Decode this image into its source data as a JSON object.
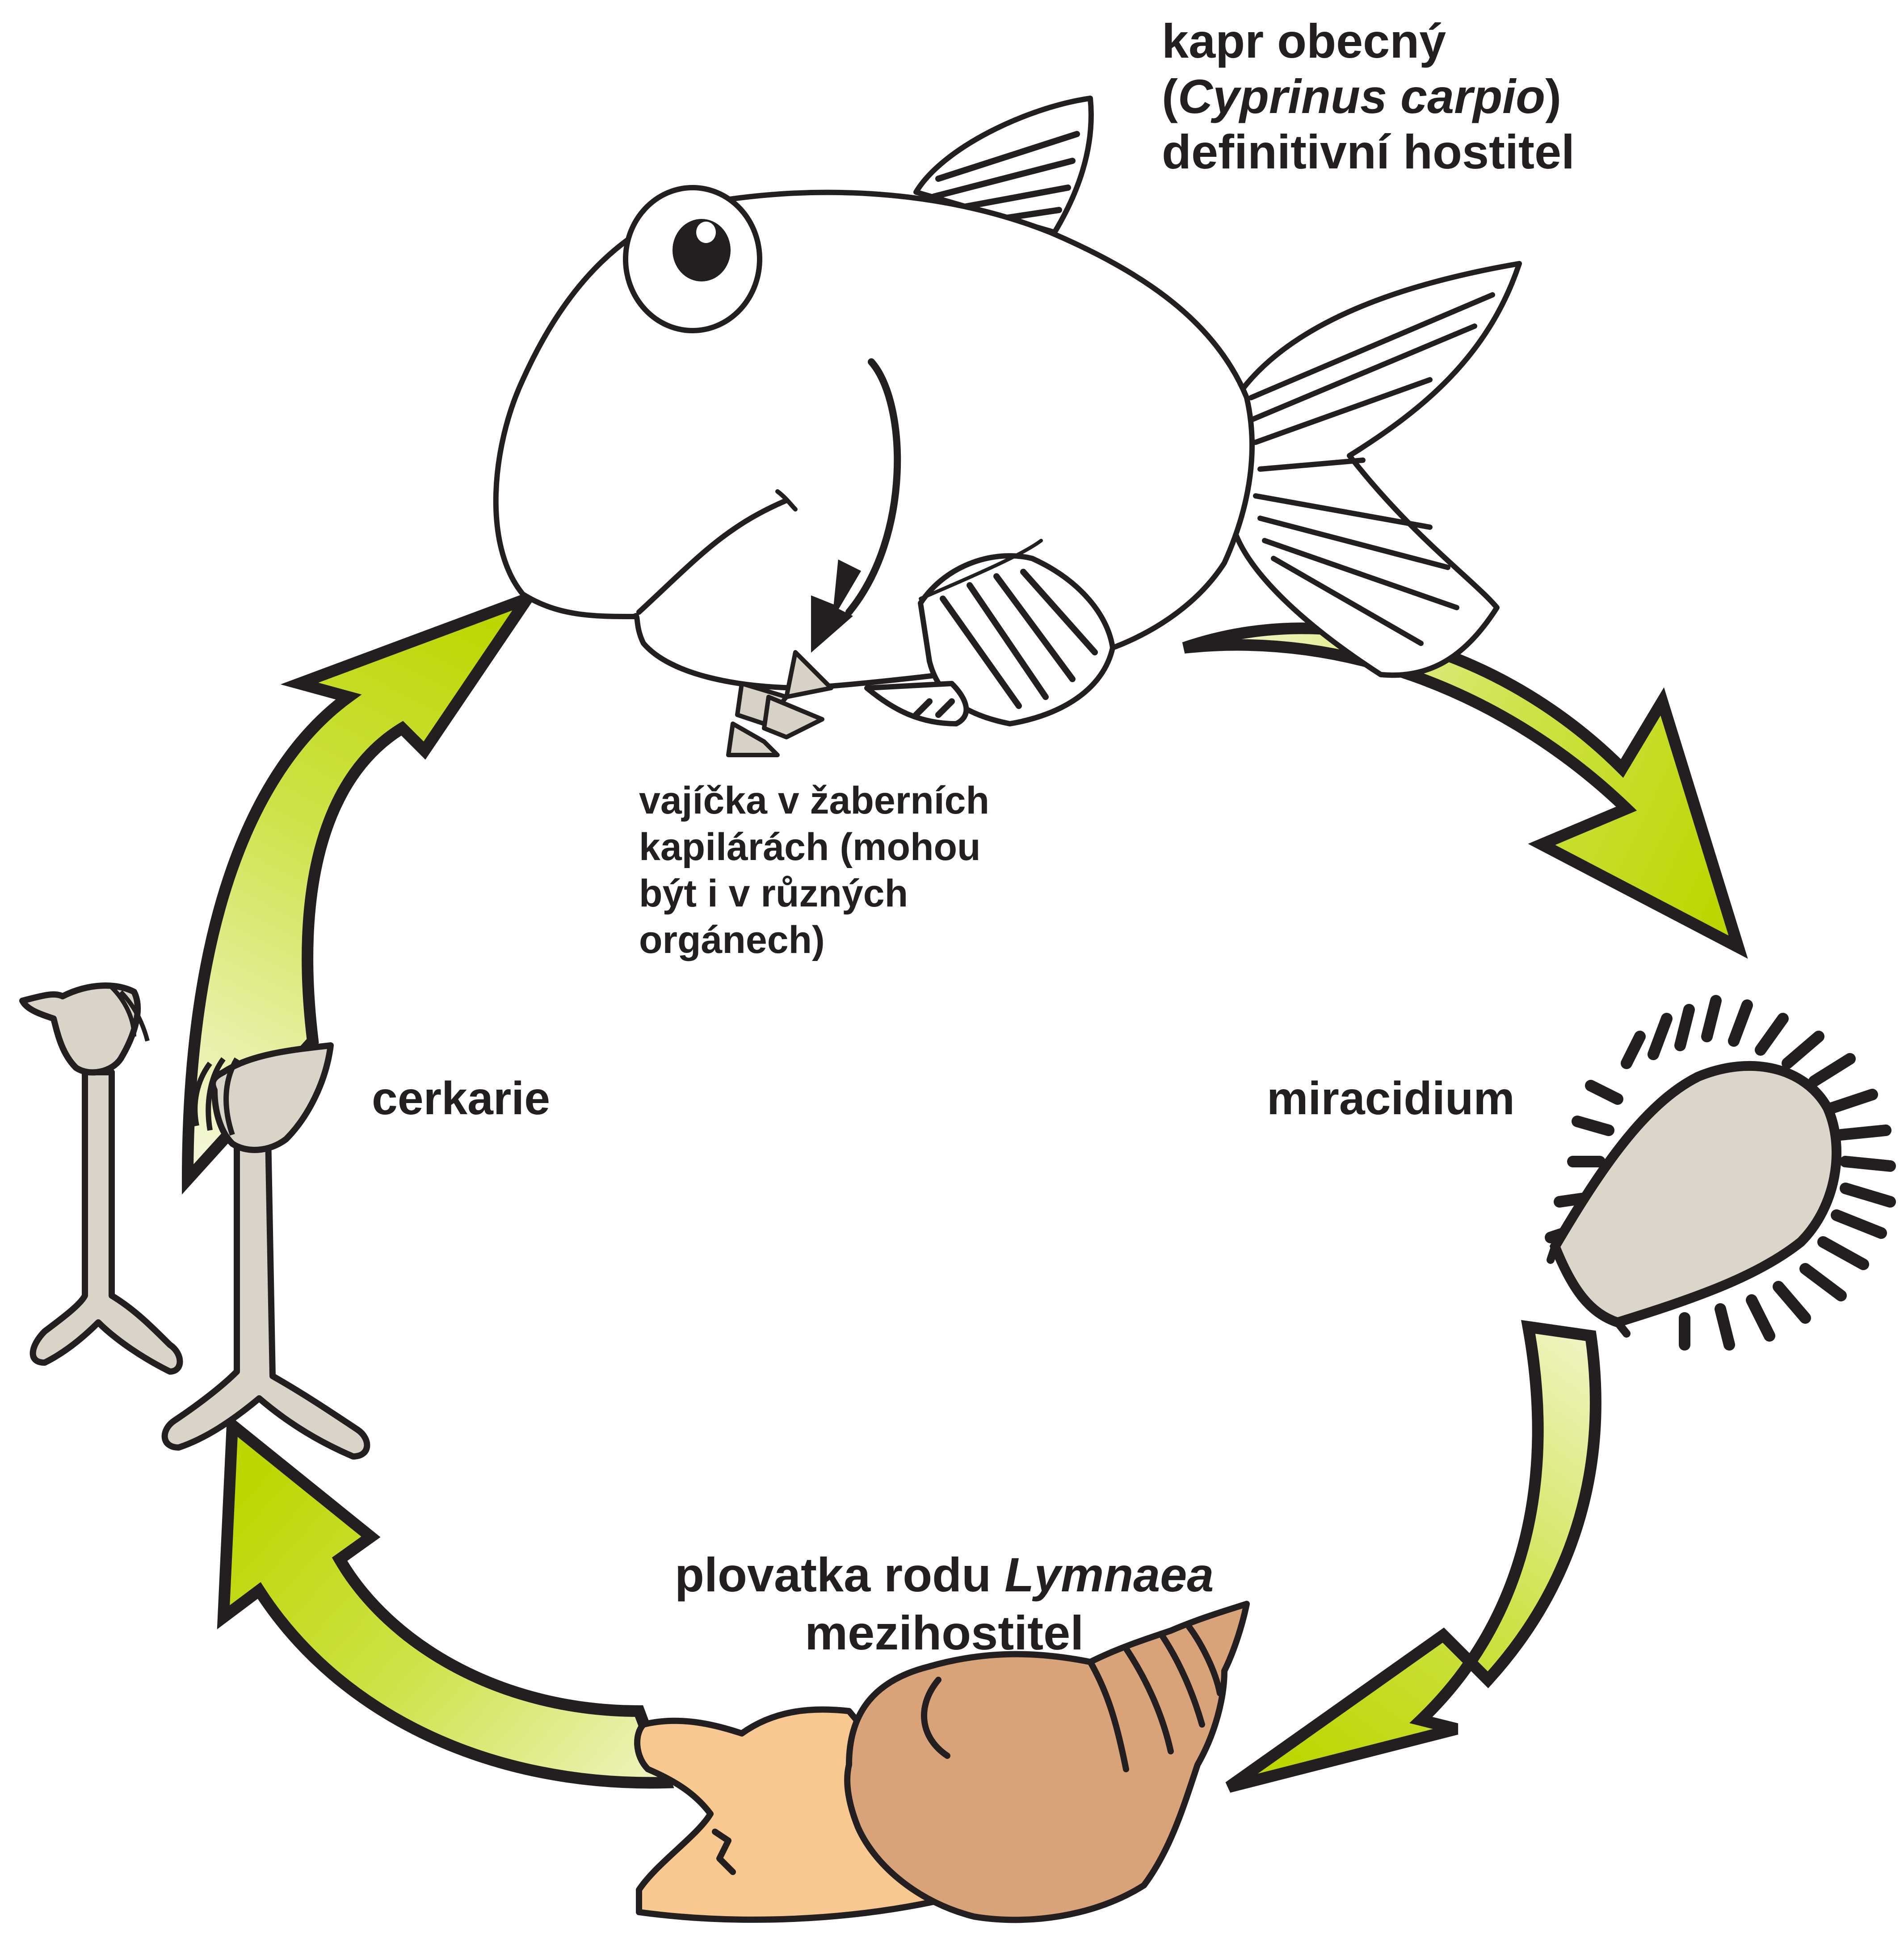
{
  "definitive_host": {
    "line1": "kapr obecný",
    "line2_open": "(",
    "line2_italic": "Cyprinus carpio",
    "line2_close": ")",
    "line3": "definitivní hostitel"
  },
  "eggs": {
    "lines": [
      "vajíčka v žaberních",
      "kapilárách (mohou",
      "být i v různých",
      "orgánech)"
    ]
  },
  "cercaria": {
    "label": "cerkarie"
  },
  "miracidium": {
    "label": "miracidium"
  },
  "intermediate_host": {
    "line1_plain": "plovatka rodu ",
    "line1_italic": "Lymnaea",
    "line2": "mezihostitel"
  },
  "colors": {
    "arrow_green": "#bcd600",
    "arrow_light": "#f4f7d6",
    "outline": "#231f20",
    "egg_fill": "#d8d2c6",
    "cercaria_fill": "#d9d3c8",
    "miracidium_fill": "#dcd6ca",
    "snail_shell": "#d9a37a",
    "snail_body": "#f7c990"
  }
}
